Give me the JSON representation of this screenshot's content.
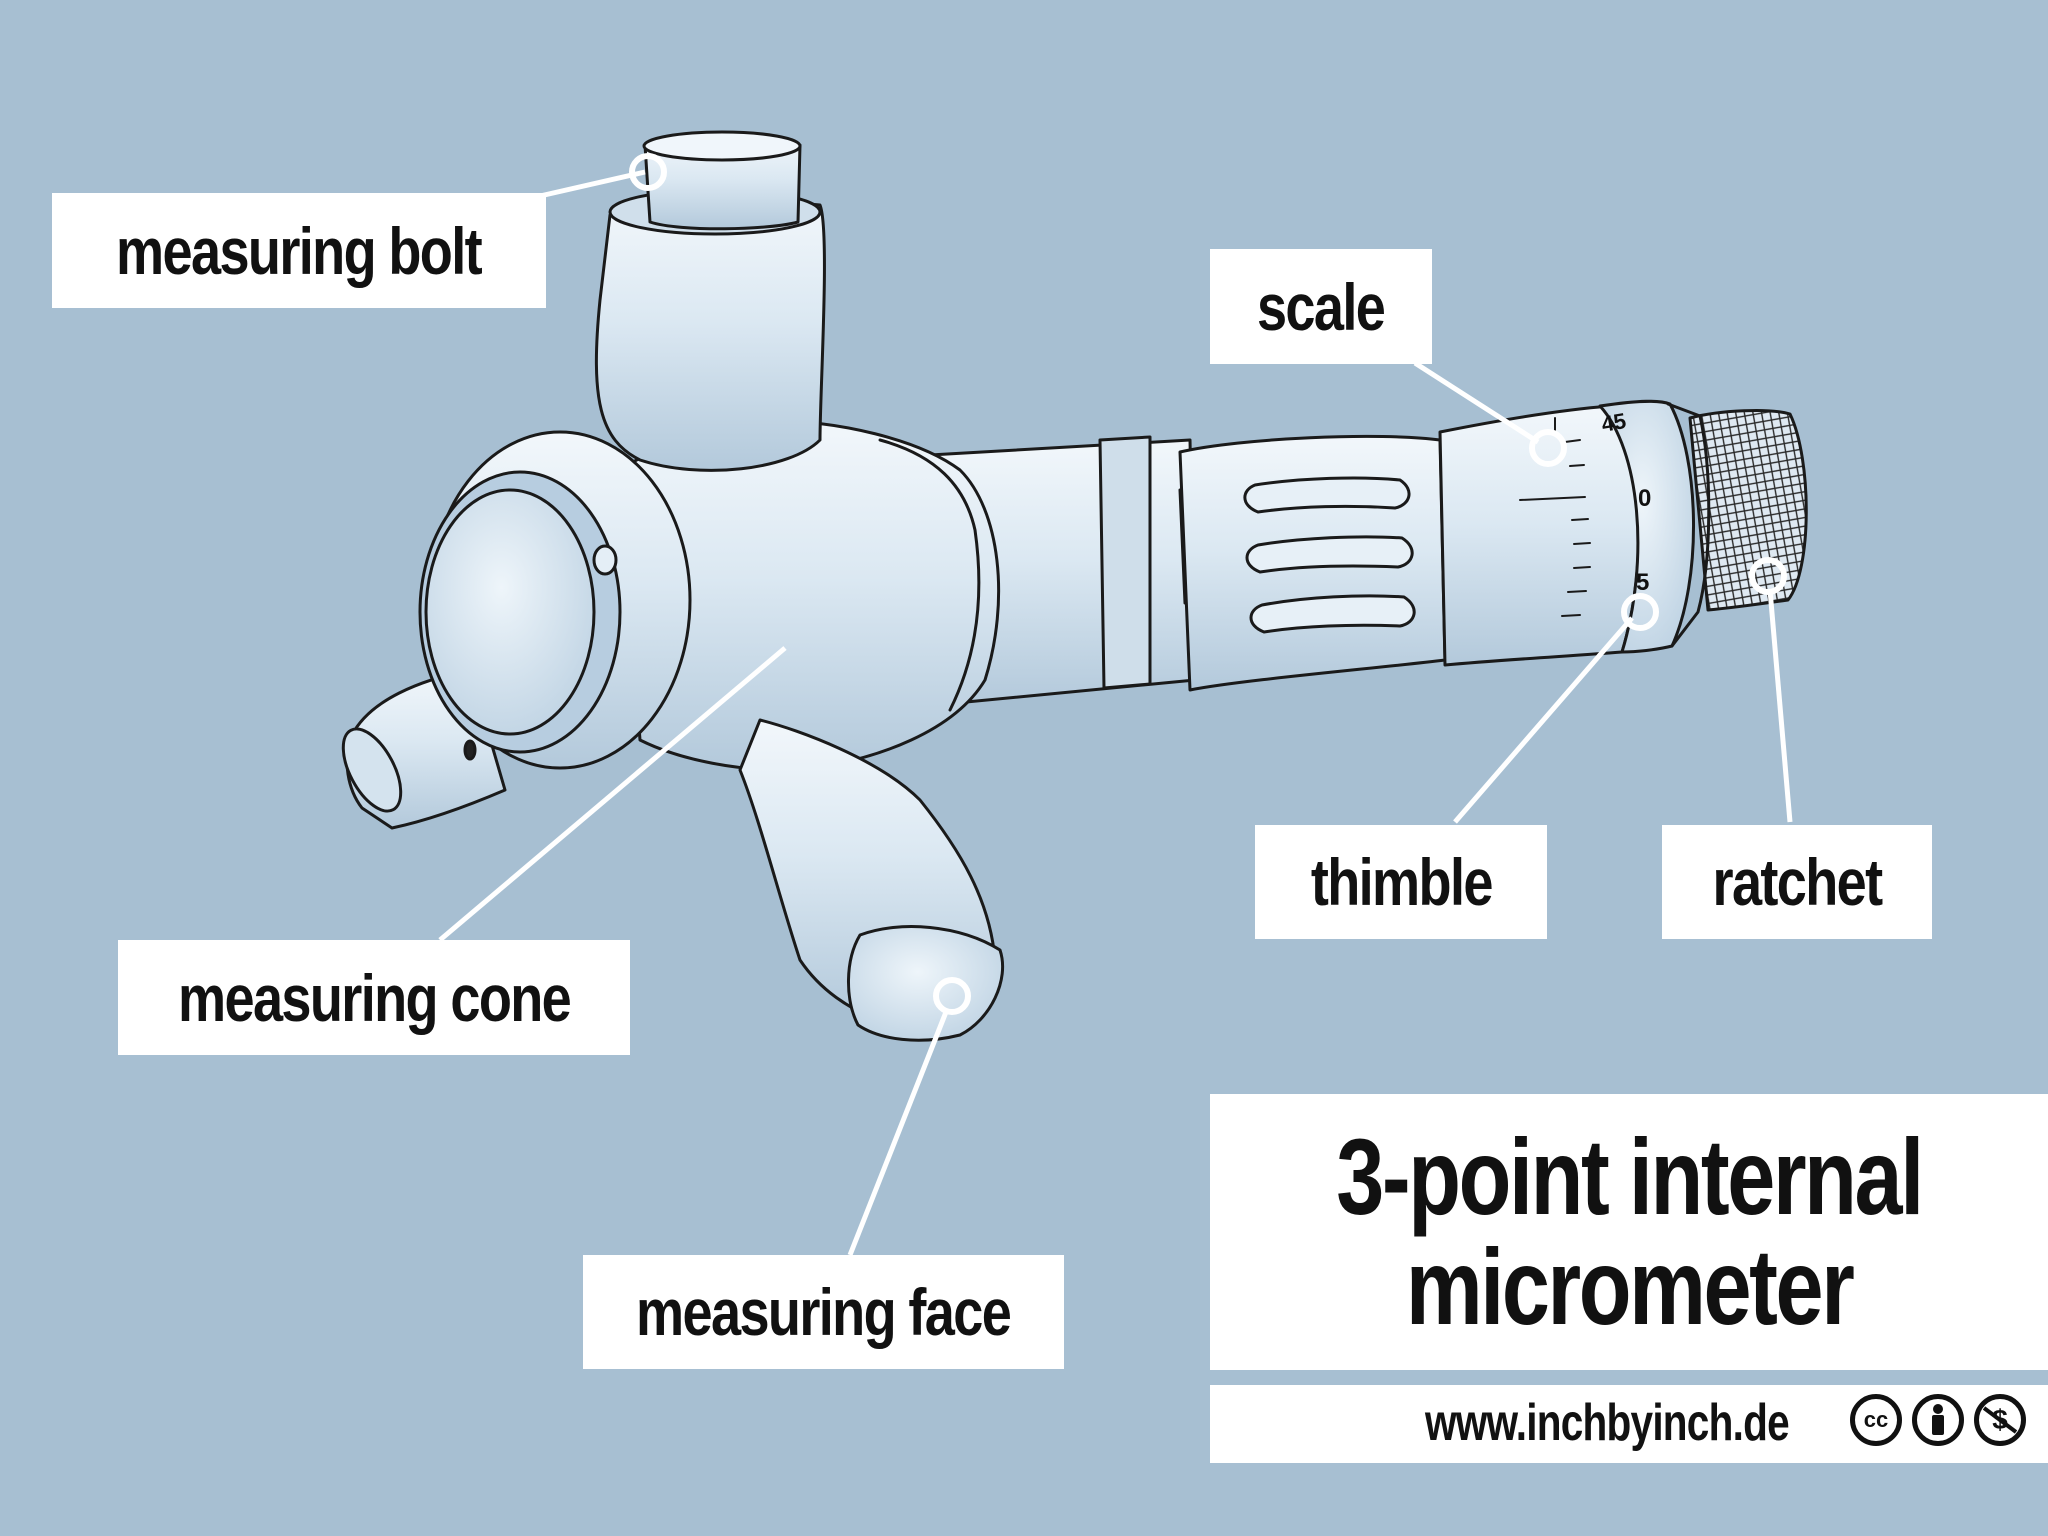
{
  "title": {
    "line1": "3-point internal",
    "line2": "micrometer"
  },
  "labels": {
    "measuring_bolt": "measuring bolt",
    "scale": "scale",
    "measuring_cone": "measuring cone",
    "thimble": "thimble",
    "ratchet": "ratchet",
    "measuring_face": "measuring face"
  },
  "scale_numbers": {
    "n45": "45",
    "n0": "0",
    "n5": "5"
  },
  "footer": {
    "url": "www.inchbyinch.de",
    "cc": "cc"
  },
  "colors": {
    "background": "#a7bfd2",
    "body_fill": "#dce9f3",
    "body_shade": "#b9cfe0",
    "outline": "#1a1a1a",
    "label_bg": "#ffffff",
    "leader_line": "#ffffff"
  },
  "icons": [
    "cc-icon",
    "by-icon",
    "nc-icon"
  ]
}
